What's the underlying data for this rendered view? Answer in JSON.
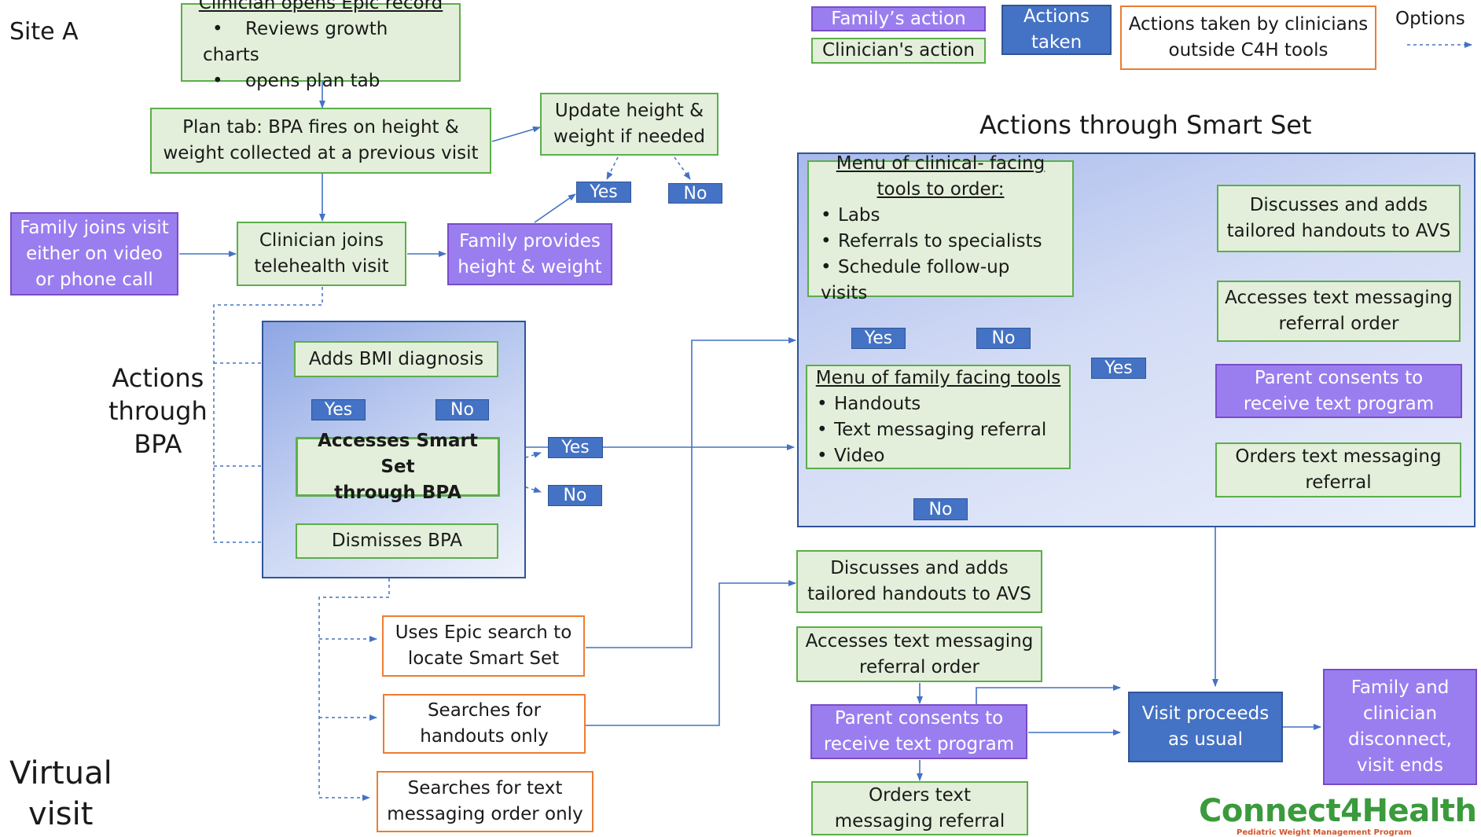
{
  "site_label": "Site A",
  "bpa_label": [
    "Actions",
    "through",
    "BPA"
  ],
  "virtual_label": [
    "Virtual",
    "visit"
  ],
  "smartset_title": "Actions through Smart Set",
  "legend": {
    "family_action": "Family’s action",
    "clinician_action": "Clinician's action",
    "actions_taken": [
      "Actions",
      "taken"
    ],
    "outside": [
      "Actions taken by clinicians",
      "outside C4H tools"
    ],
    "options": "Options"
  },
  "nodes": {
    "opens_record": {
      "title": "Clinician opens Epic record",
      "items": [
        "Reviews growth charts",
        "opens plan tab"
      ]
    },
    "plan_tab": [
      "Plan tab: BPA fires on height &",
      "weight collected at a previous visit"
    ],
    "update_hw": [
      "Update height &",
      "weight if needed"
    ],
    "family_joins": [
      "Family joins visit",
      "either on video",
      "or phone call"
    ],
    "clinician_joins": [
      "Clinician joins",
      "telehealth visit"
    ],
    "family_provides": [
      "Family provides",
      "height & weight"
    ],
    "adds_bmi": "Adds BMI diagnosis",
    "accesses_smartset": [
      "Accesses Smart Set",
      "through BPA"
    ],
    "dismisses_bpa": "Dismisses BPA",
    "clinical_menu": {
      "title": [
        "Menu of clinical- facing",
        "tools to order:"
      ],
      "items": [
        "Labs",
        "Referrals to specialists",
        "Schedule follow-up visits"
      ]
    },
    "family_menu": {
      "title": "Menu of family facing tools",
      "items": [
        "Handouts",
        "Text messaging referral",
        "Video"
      ]
    },
    "ss_handouts": [
      "Discusses and adds",
      "tailored handouts to AVS"
    ],
    "ss_text_order": [
      "Accesses text messaging",
      "referral order"
    ],
    "ss_parent_consents": [
      "Parent consents to",
      "receive text program"
    ],
    "ss_orders_text": [
      "Orders text messaging",
      "referral"
    ],
    "epic_search": [
      "Uses Epic search to",
      "locate Smart Set"
    ],
    "search_handouts": [
      "Searches for",
      "handouts only"
    ],
    "search_text": [
      "Searches for text",
      "messaging order only"
    ],
    "out_handouts": [
      "Discusses and adds",
      "tailored handouts to AVS"
    ],
    "out_text_order": [
      "Accesses text messaging",
      "referral order"
    ],
    "out_parent_consents": [
      "Parent consents to",
      "receive text program"
    ],
    "out_orders_text": [
      "Orders text",
      "messaging referral"
    ],
    "visit_proceeds": [
      "Visit proceeds",
      "as usual"
    ],
    "disconnect": [
      "Family and",
      "clinician",
      "disconnect,",
      "visit ends"
    ]
  },
  "tags": {
    "yes": "Yes",
    "no": "No"
  },
  "logo": {
    "name": "Connect4Health",
    "tagline": "Pediatric Weight Management Program"
  },
  "colors": {
    "green_fill": "#e3efda",
    "green_border": "#5cae4a",
    "purple": "#9a7ef0",
    "blue": "#4472c4",
    "orange": "#ed7d31",
    "arrow": "#4472c4"
  }
}
